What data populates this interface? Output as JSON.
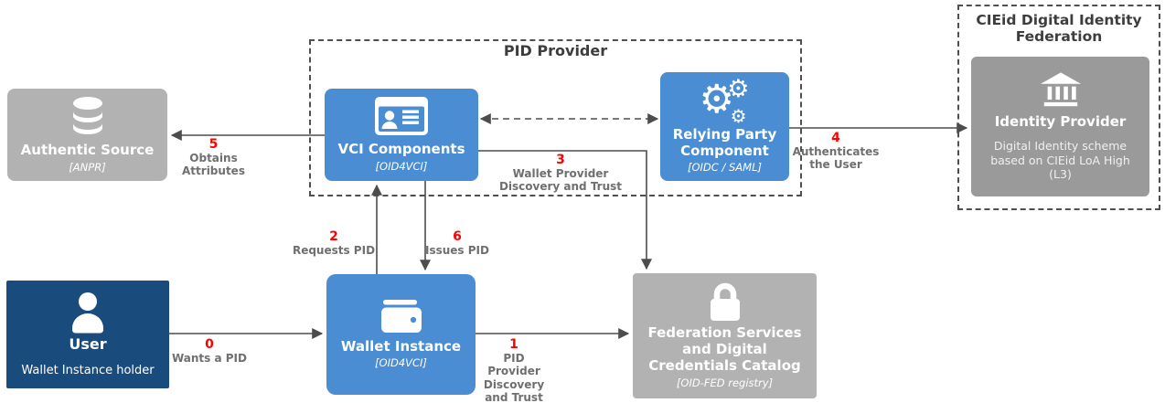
{
  "containers": [
    {
      "id": "pid-provider",
      "title": "PID Provider"
    },
    {
      "id": "cieid-federation",
      "title": "CIEid Digital Identity\nFederation"
    }
  ],
  "nodes": [
    {
      "id": "authentic-source",
      "title": "Authentic Source",
      "subtitle": "[ANPR]",
      "icon": "database-icon",
      "color": "#b2b2b2"
    },
    {
      "id": "vci-components",
      "title": "VCI Components",
      "subtitle": "[OID4VCI]",
      "icon": "id-card-icon",
      "color": "#4a8dd3"
    },
    {
      "id": "relying-party",
      "title": "Relying Party\nComponent",
      "subtitle": "[OIDC / SAML]",
      "icon": "gears-icon",
      "color": "#4a8dd3"
    },
    {
      "id": "identity-provider",
      "title": "Identity Provider",
      "subtitle": "Digital Identity scheme\nbased on CIEid LoA High\n(L3)",
      "icon": "bank-icon",
      "color": "#9a9a9a"
    },
    {
      "id": "user",
      "title": "User",
      "subtitle": "Wallet Instance holder",
      "icon": "person-icon",
      "color": "#1a4b7d"
    },
    {
      "id": "wallet-instance",
      "title": "Wallet Instance",
      "subtitle": "[OID4VCI]",
      "icon": "wallet-icon",
      "color": "#4a8dd3"
    },
    {
      "id": "federation-services",
      "title": "Federation Services\nand Digital\nCredentials Catalog",
      "subtitle": "[OID-FED registry]",
      "icon": "lock-icon",
      "color": "#b2b2b2"
    }
  ],
  "edges": [
    {
      "num": "0",
      "label": "Wants a PID"
    },
    {
      "num": "1",
      "label": "PID Provider\nDiscovery\nand Trust"
    },
    {
      "num": "2",
      "label": "Requests PID"
    },
    {
      "num": "3",
      "label": "Wallet Provider\nDiscovery and Trust"
    },
    {
      "num": "4",
      "label": "Authenticates\nthe User"
    },
    {
      "num": "5",
      "label": "Obtains\nAttributes"
    },
    {
      "num": "6",
      "label": "Issues PID"
    }
  ],
  "colors": {
    "node_blue": "#4a8dd3",
    "node_navy": "#1a4b7d",
    "node_gray": "#b2b2b2",
    "node_gray_dark": "#9a9a9a",
    "edge_number_red": "#ff0000",
    "edge_label_gray": "#6f6f6f",
    "line_gray": "#4d4d4d"
  }
}
